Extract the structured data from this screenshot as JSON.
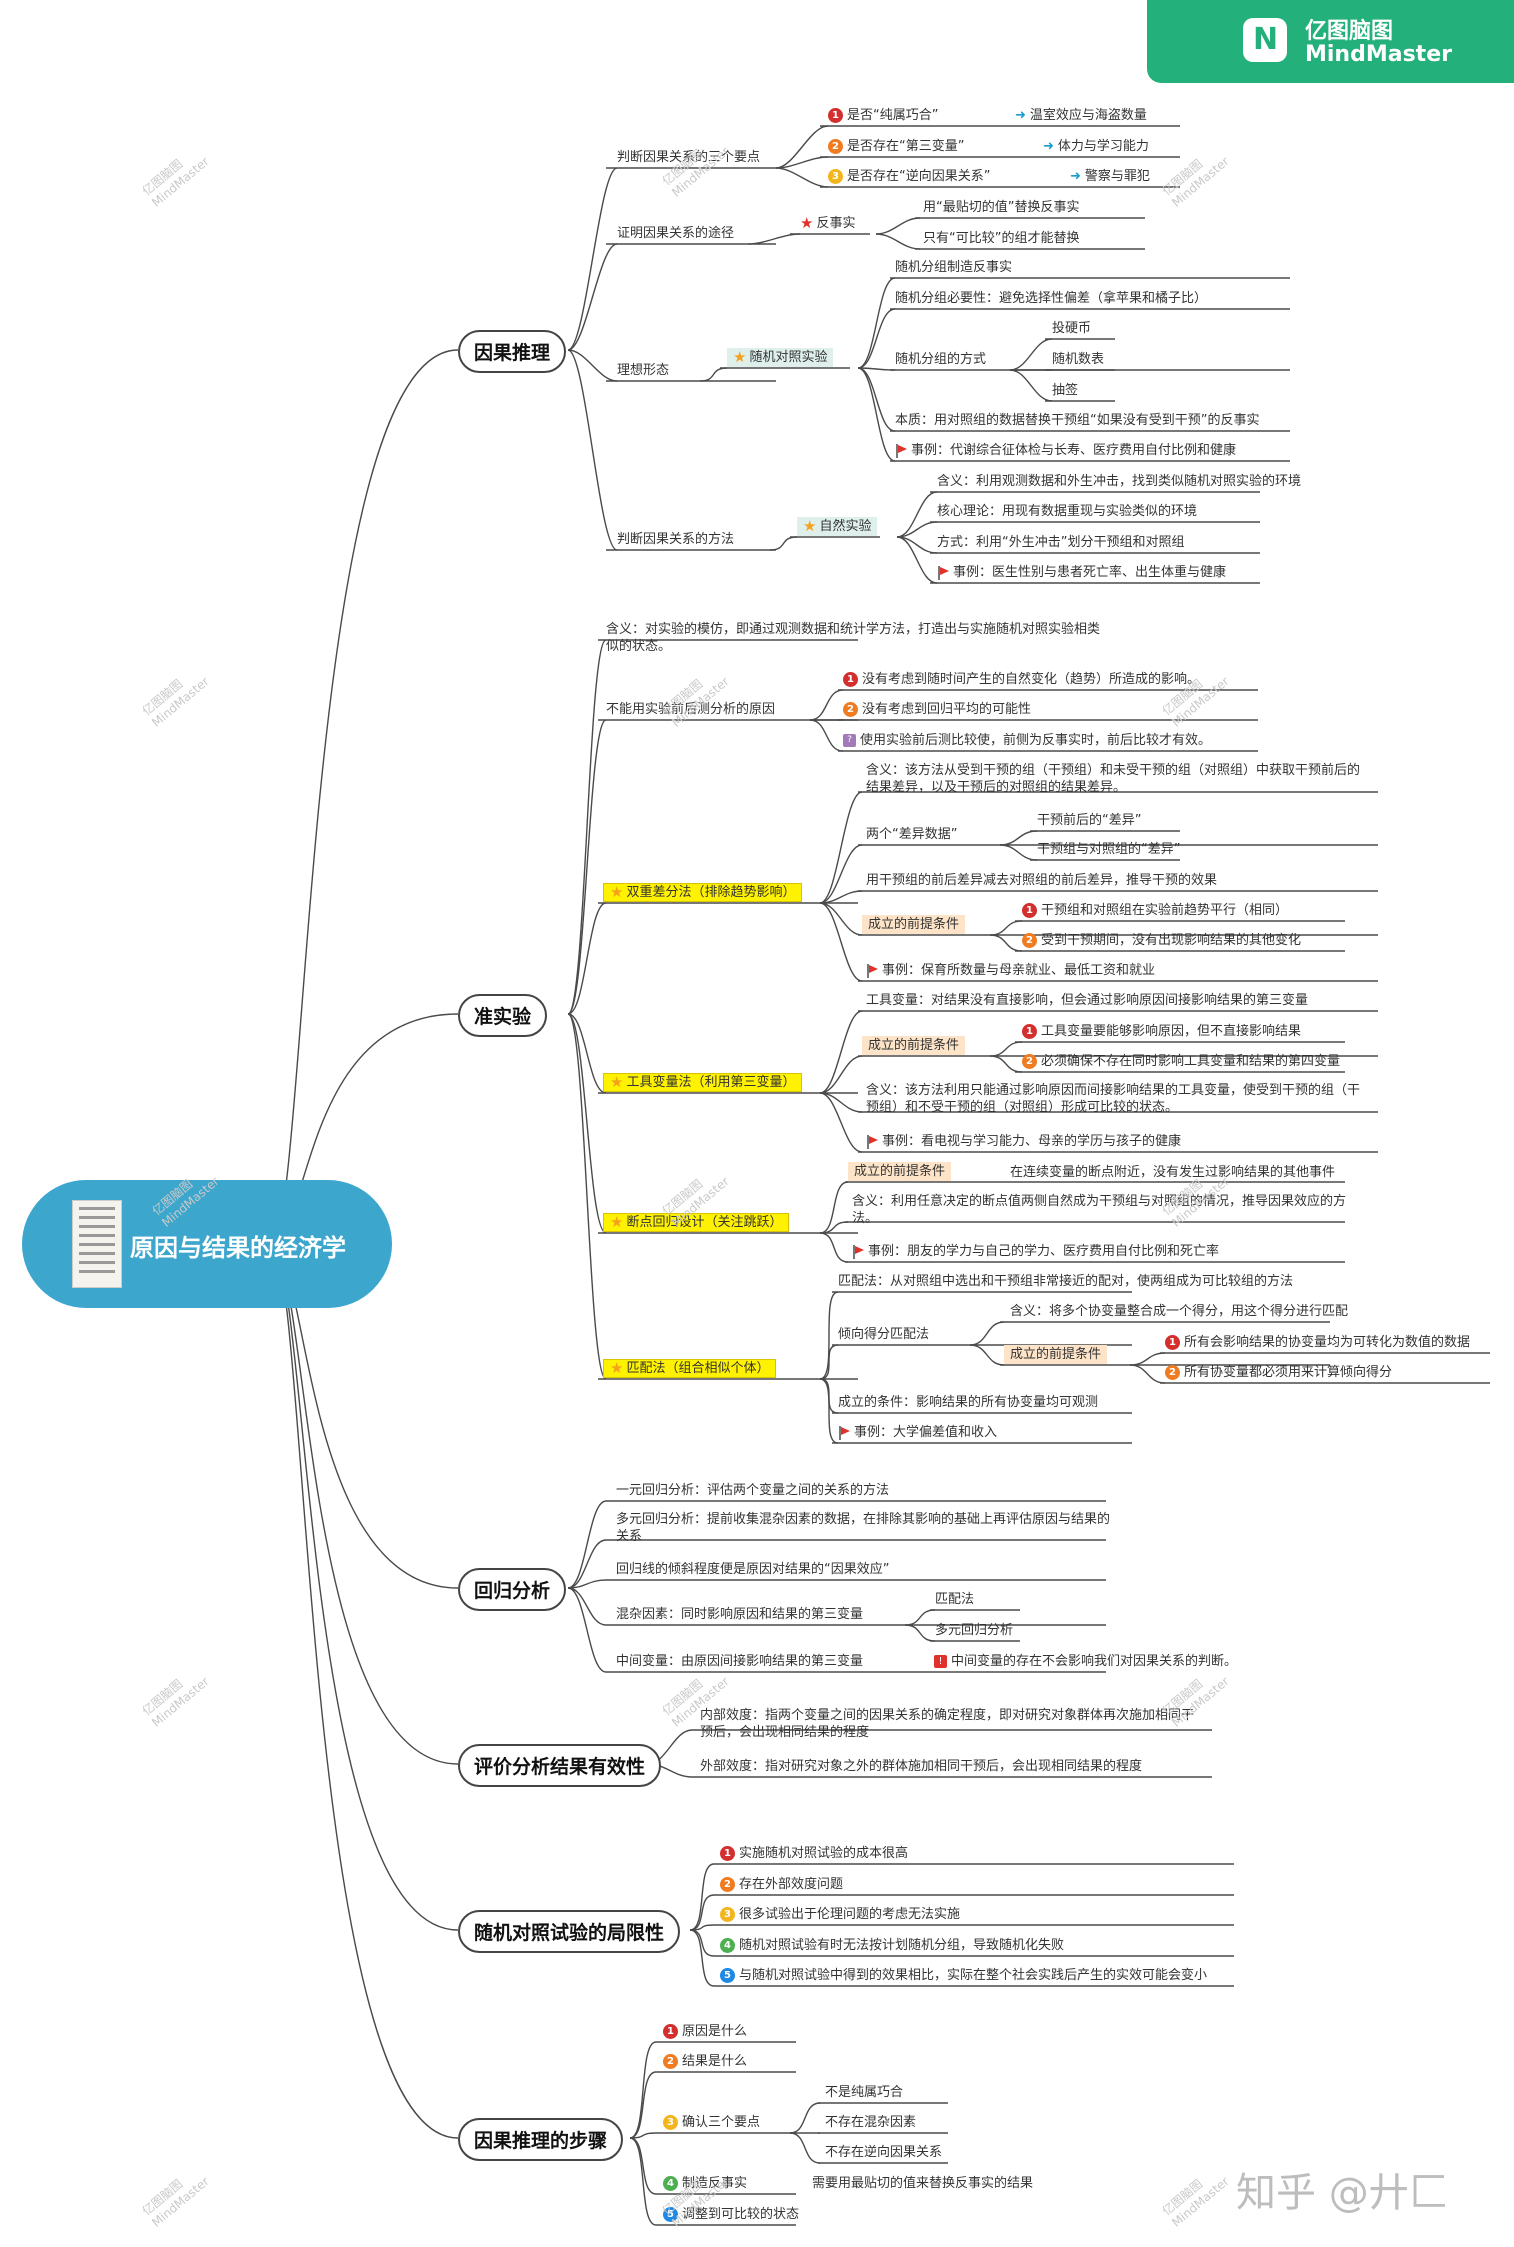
{
  "brand": {
    "cn": "亿图脑图",
    "en": "MindMaster"
  },
  "watermark": {
    "line1": "亿图脑图",
    "line2": "MindMaster"
  },
  "credit": "知乎 @廾匚",
  "colors": {
    "root": "#3da6cc",
    "brand": "#24b07b",
    "n1": "#d32f2f",
    "n2": "#f07c22",
    "n3": "#f2b51d",
    "n4": "#4caf50",
    "n5": "#1e88e5",
    "highlight": "#fff200",
    "peach": "#fde4c8"
  },
  "root": {
    "title": "原因与结果的经济学"
  },
  "b1": {
    "title": "因果推理",
    "c1": {
      "label": "判断因果关系的三个要点",
      "items": [
        {
          "num": "1",
          "text": "是否“纯属巧合”",
          "result": "温室效应与海盗数量"
        },
        {
          "num": "2",
          "text": "是否存在“第三变量”",
          "result": "体力与学习能力"
        },
        {
          "num": "3",
          "text": "是否存在“逆向因果关系”",
          "result": "警察与罪犯"
        }
      ]
    },
    "c2": {
      "label": "证明因果关系的途径",
      "tag": "反事实",
      "items": [
        "用“最贴切的值”替换反事实",
        "只有“可比较”的组才能替换"
      ]
    },
    "c3": {
      "label": "理想形态",
      "tag": "随机对照实验",
      "items": [
        "随机分组制造反事实",
        "随机分组必要性：避免选择性偏差（拿苹果和橘子比）",
        "随机分组的方式",
        "本质：用对照组的数据替换干预组“如果没有受到干预”的反事实",
        "事例：代谢综合征体检与长寿、医疗费用自付比例和健康"
      ],
      "ways": [
        "投硬币",
        "随机数表",
        "抽签"
      ]
    },
    "c4": {
      "label": "判断因果关系的方法",
      "tag": "自然实验",
      "items": [
        "含义：利用观测数据和外生冲击，找到类似随机对照实验的环境",
        "核心理论：用现有数据重现与实验类似的环境",
        "方式：利用“外生冲击”划分干预组和对照组",
        "事例：医生性别与患者死亡率、出生体重与健康"
      ]
    }
  },
  "b2": {
    "title": "准实验",
    "meaning": "含义：对实验的模仿，即通过观测数据和统计学方法，打造出与实施随机对照实验相类似的状态。",
    "pre": {
      "label": "不能用实验前后测分析的原因",
      "items": [
        "没有考虑到随时间产生的自然变化（趋势）所造成的影响。",
        "没有考虑到回归平均的可能性",
        "使用实验前后测比较使，前侧为反事实时，前后比较才有效。"
      ]
    },
    "did": {
      "label": "双重差分法（排除趋势影响）",
      "meaning": "含义：该方法从受到干预的组（干预组）和未受干预的组（对照组）中获取干预前后的结果差异，以及干预后的对照组的结果差异。",
      "two": "两个“差异数据”",
      "diffs": [
        "干预前后的“差异”",
        "干预组与对照组的“差异”"
      ],
      "usage": "用干预组的前后差异减去对照组的前后差异，推导干预的效果",
      "cond": "成立的前提条件",
      "conds": [
        "干预组和对照组在实验前趋势平行（相同）",
        "受到干预期间，没有出现影响结果的其他变化"
      ],
      "example": "事例：保育所数量与母亲就业、最低工资和就业"
    },
    "iv": {
      "label": "工具变量法（利用第三变量）",
      "def": "工具变量：对结果没有直接影响，但会通过影响原因间接影响结果的第三变量",
      "cond": "成立的前提条件",
      "conds": [
        "工具变量要能够影响原因，但不直接影响结果",
        "必须确保不存在同时影响工具变量和结果的第四变量"
      ],
      "meaning": "含义：该方法利用只能通过影响原因而间接影响结果的工具变量，使受到干预的组（干预组）和不受干预的组（对照组）形成可比较的状态。",
      "example": "事例：看电视与学习能力、母亲的学历与孩子的健康"
    },
    "rdd": {
      "label": "断点回归设计（关注跳跃）",
      "cond": "成立的前提条件",
      "condText": "在连续变量的断点附近，没有发生过影响结果的其他事件",
      "meaning": "含义：利用任意决定的断点值两侧自然成为干预组与对照组的情况，推导因果效应的方法。",
      "example": "事例：朋友的学力与自己的学力、医疗费用自付比例和死亡率"
    },
    "match": {
      "label": "匹配法（组合相似个体）",
      "def": "匹配法：从对照组中选出和干预组非常接近的配对，使两组成为可比较组的方法",
      "ps": "倾向得分匹配法",
      "psMeaning": "含义：将多个协变量整合成一个得分，用这个得分进行匹配",
      "cond": "成立的前提条件",
      "conds": [
        "所有会影响结果的协变量均为可转化为数值的数据",
        "所有协变量都必须用来计算倾向得分"
      ],
      "condition2": "成立的条件：影响结果的所有协变量均可观测",
      "example": "事例：大学偏差值和收入"
    }
  },
  "b3": {
    "title": "回归分析",
    "items": [
      "一元回归分析：评估两个变量之间的关系的方法",
      "多元回归分析：提前收集混杂因素的数据，在排除其影响的基础上再评估原因与结果的关系",
      "回归线的倾斜程度便是原因对结果的“因果效应”",
      "混杂因素：同时影响原因和结果的第三变量",
      "中间变量：由原因间接影响结果的第三变量"
    ],
    "confounder_methods": [
      "匹配法",
      "多元回归分析"
    ],
    "mediator_note": "中间变量的存在不会影响我们对因果关系的判断。"
  },
  "b4": {
    "title": "评价分析结果有效性",
    "items": [
      "内部效度：指两个变量之间的因果关系的确定程度，即对研究对象群体再次施加相同干预后，会出现相同结果的程度",
      "外部效度：指对研究对象之外的群体施加相同干预后，会出现相同结果的程度"
    ]
  },
  "b5": {
    "title": "随机对照试验的局限性",
    "items": [
      {
        "num": "1",
        "text": "实施随机对照试验的成本很高"
      },
      {
        "num": "2",
        "text": "存在外部效度问题"
      },
      {
        "num": "3",
        "text": "很多试验出于伦理问题的考虑无法实施"
      },
      {
        "num": "4",
        "text": "随机对照试验有时无法按计划随机分组，导致随机化失败"
      },
      {
        "num": "5",
        "text": "与随机对照试验中得到的效果相比，实际在整个社会实践后产生的实效可能会变小"
      }
    ]
  },
  "b6": {
    "title": "因果推理的步骤",
    "items": [
      {
        "num": "1",
        "text": "原因是什么"
      },
      {
        "num": "2",
        "text": "结果是什么"
      },
      {
        "num": "3",
        "text": "确认三个要点"
      },
      {
        "num": "4",
        "text": "制造反事实"
      },
      {
        "num": "5",
        "text": "调整到可比较的状态"
      }
    ],
    "points": [
      "不是纯属巧合",
      "不存在混杂因素",
      "不存在逆向因果关系"
    ],
    "counterfactual_note": "需要用最贴切的值来替换反事实的结果"
  }
}
